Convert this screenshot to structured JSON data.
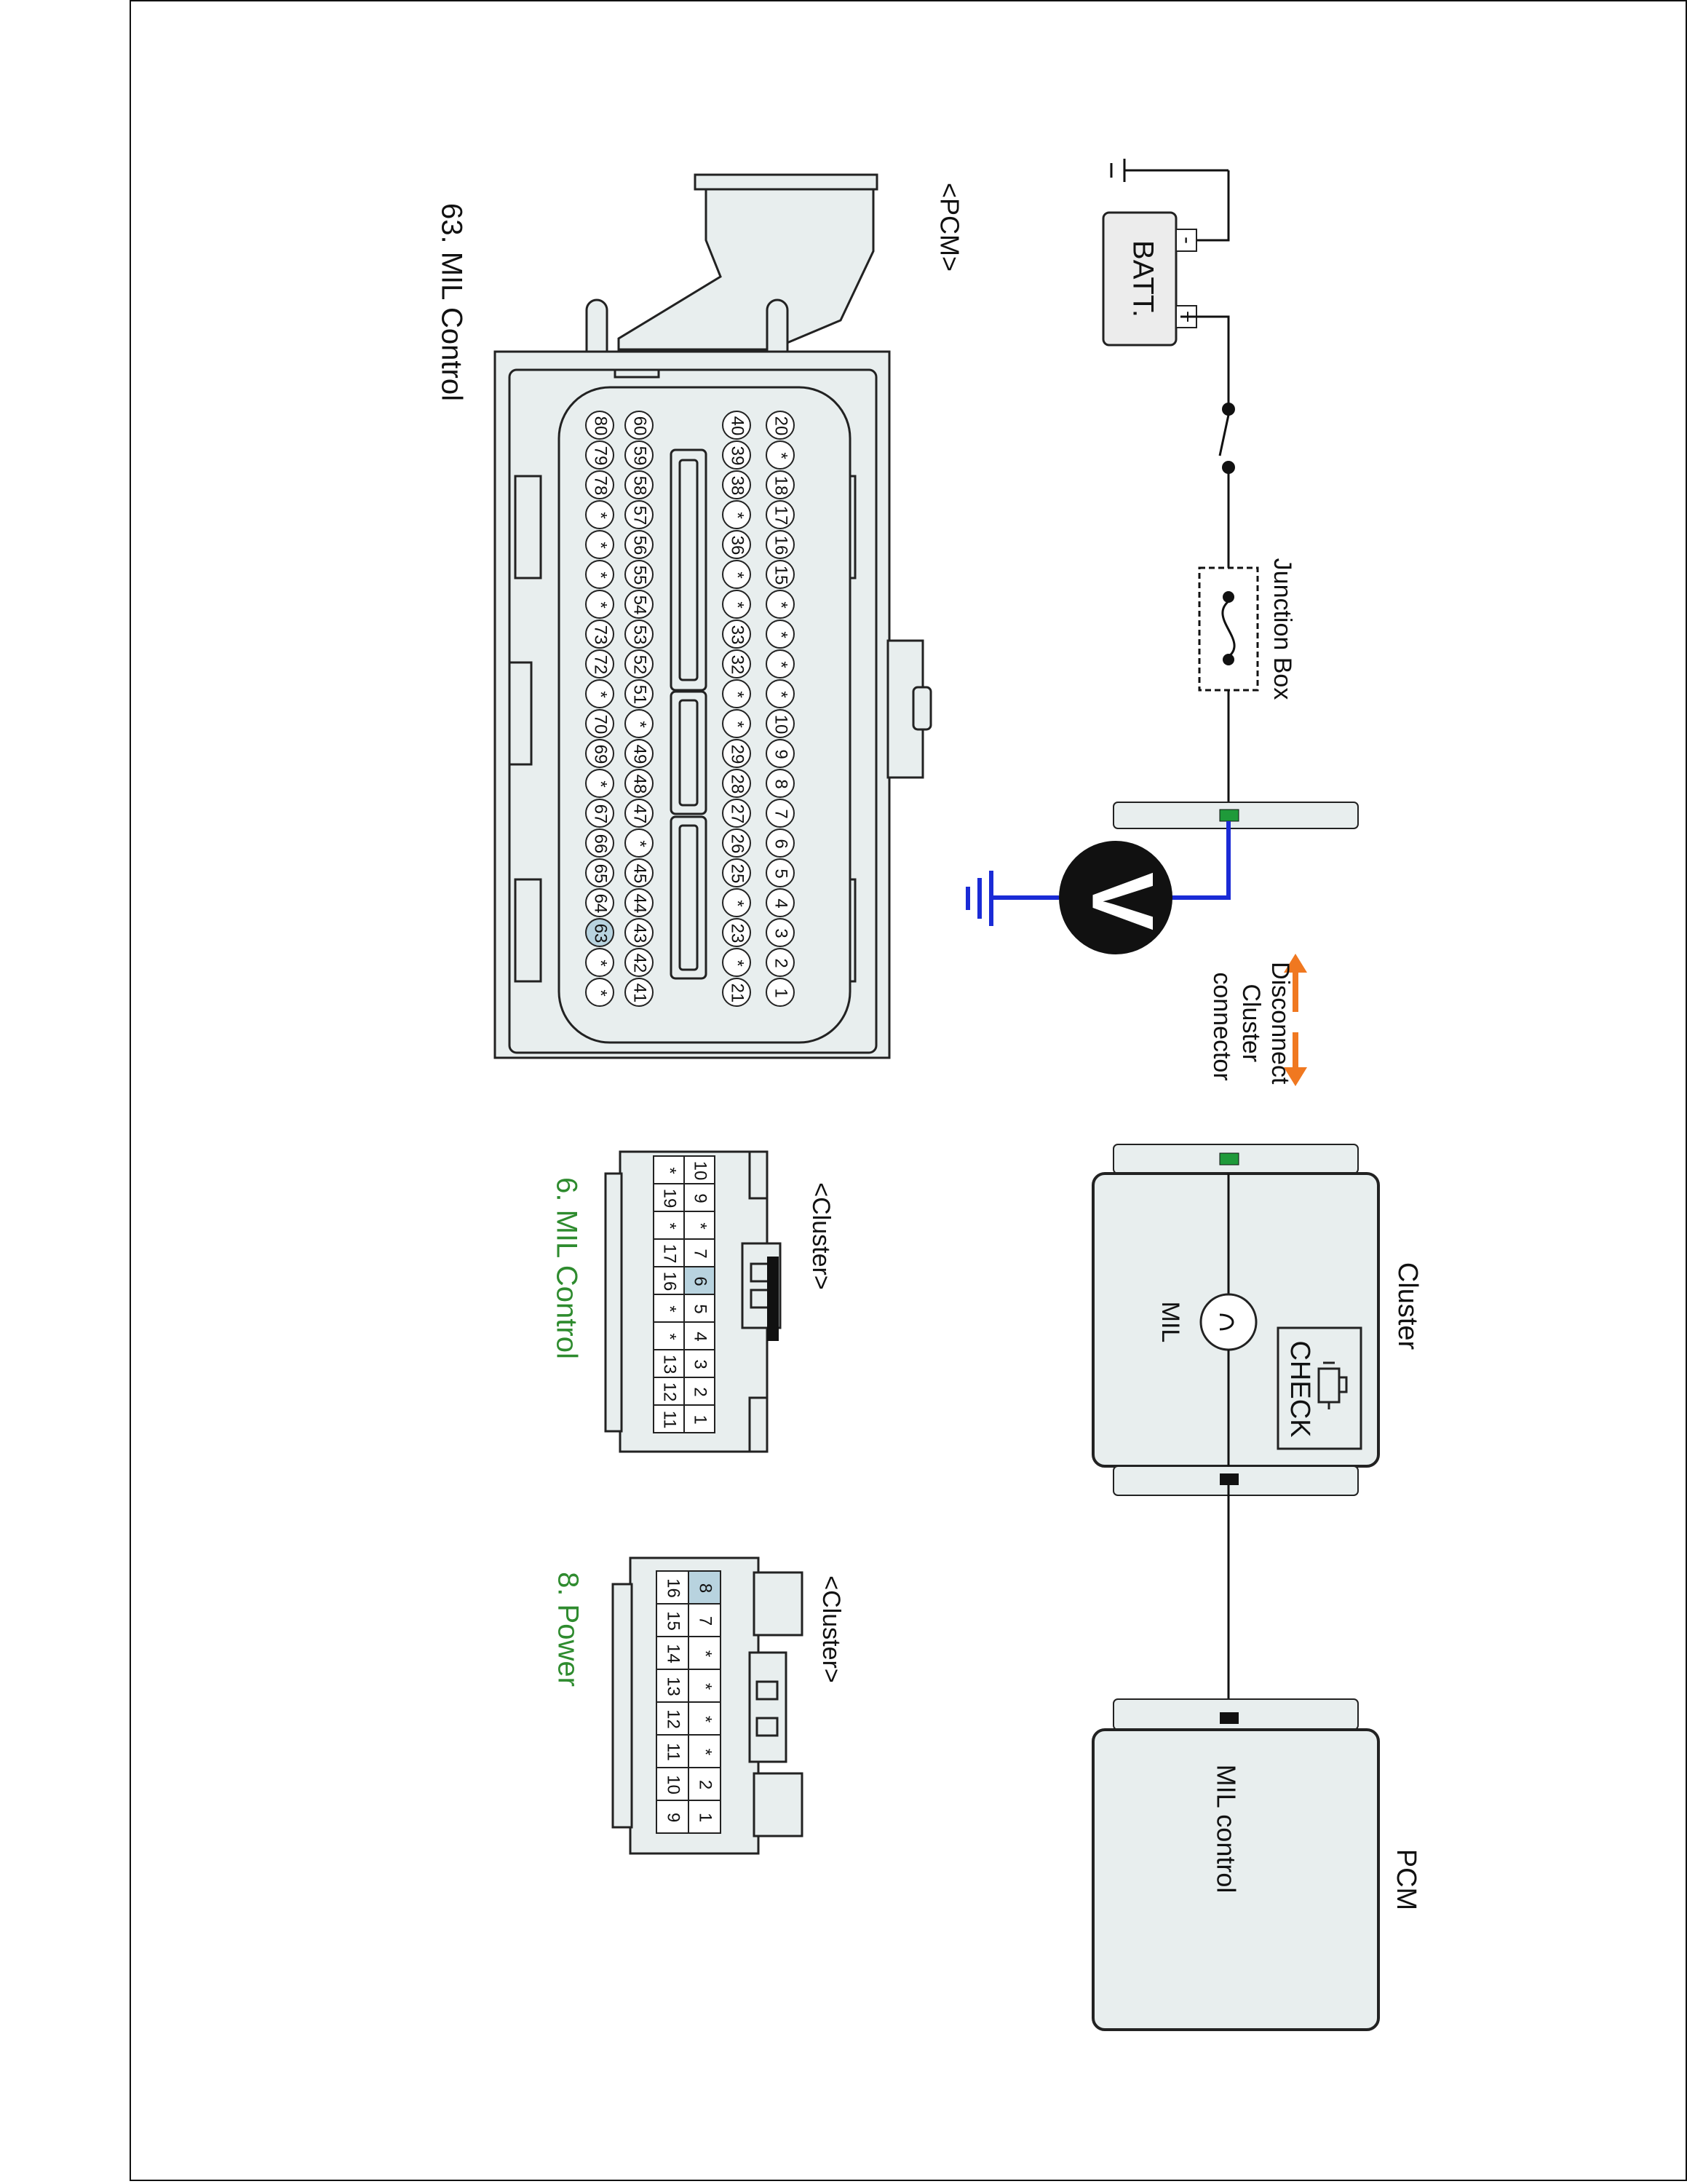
{
  "diagram": {
    "batt_label": "BATT.",
    "batt_minus": "-",
    "batt_plus": "+",
    "junction_box_label": "Junction Box",
    "voltmeter_label": "V",
    "disconnect_note": [
      "Disconnect",
      "Cluster",
      "connector"
    ],
    "cluster_label": "Cluster",
    "check_label": "CHECK",
    "mil_label": "MIL",
    "pcm_label": "PCM",
    "mil_control_label": "MIL control"
  },
  "pcm_connector": {
    "title": "<PCM>",
    "caption": "63. MIL Control",
    "rows": [
      [
        "20",
        "*",
        "18",
        "17",
        "16",
        "15",
        "*",
        "*",
        "*",
        "*",
        "10",
        "9",
        "8",
        "7",
        "6",
        "5",
        "4",
        "3",
        "2",
        "1"
      ],
      [
        "40",
        "39",
        "38",
        "*",
        "36",
        "*",
        "*",
        "33",
        "32",
        "*",
        "*",
        "29",
        "28",
        "27",
        "26",
        "25",
        "*",
        "23",
        "*",
        "21"
      ],
      [
        "60",
        "59",
        "58",
        "57",
        "56",
        "55",
        "54",
        "53",
        "52",
        "51",
        "*",
        "49",
        "48",
        "47",
        "*",
        "45",
        "44",
        "43",
        "42",
        "41"
      ],
      [
        "80",
        "79",
        "78",
        "*",
        "*",
        "*",
        "*",
        "73",
        "72",
        "*",
        "70",
        "69",
        "*",
        "67",
        "66",
        "65",
        "64",
        "63",
        "*",
        "*"
      ]
    ],
    "highlight": "63"
  },
  "cluster_connector_a": {
    "title": "<Cluster>",
    "caption": "6. MIL Control",
    "rows": [
      [
        "10",
        "9",
        "*",
        "7",
        "6",
        "5",
        "4",
        "3",
        "2",
        "1"
      ],
      [
        "*",
        "19",
        "*",
        "17",
        "16",
        "*",
        "*",
        "13",
        "12",
        "11"
      ]
    ],
    "highlight": "6"
  },
  "cluster_connector_b": {
    "title": "<Cluster>",
    "caption": "8. Power",
    "rows": [
      [
        "8",
        "7",
        "*",
        "*",
        "*",
        "*",
        "2",
        "1"
      ],
      [
        "16",
        "15",
        "14",
        "13",
        "12",
        "11",
        "10",
        "9"
      ]
    ],
    "highlight": "8"
  },
  "colors": {
    "highlight_pin": "#b8d3df",
    "meter_wire": "#1a2bd6",
    "arrow": "#f07820",
    "caption_green": "#2e8b2e",
    "terminal_green": "#1f9a3a"
  }
}
